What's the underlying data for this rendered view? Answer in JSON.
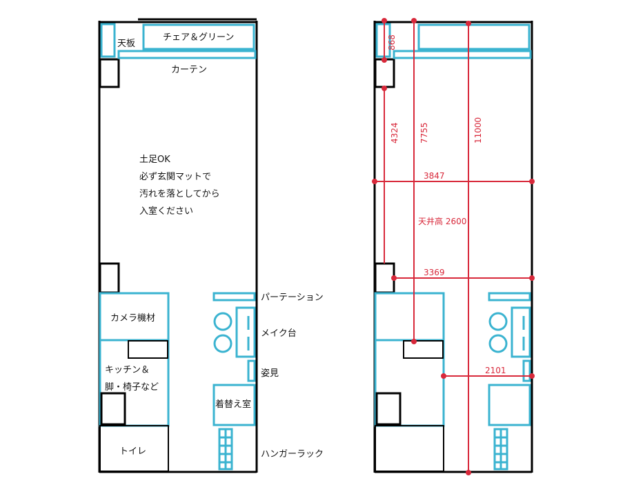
{
  "left_plan": {
    "labels": {
      "tenban": "天板",
      "chair_green": "チェア＆グリーン",
      "curtain": "カーテン",
      "note_line1": "土足OK",
      "note_line2": "必ず玄関マットで",
      "note_line3": "汚れを落としてから",
      "note_line4": "入室ください",
      "camera": "カメラ機材",
      "kitchen_line1": "キッチン＆",
      "kitchen_line2": "脚・椅子など",
      "toilet": "トイレ",
      "partition": "パーテーション",
      "makeup": "メイク台",
      "mirror": "姿見",
      "changing": "着替え室",
      "hanger": "ハンガーラック"
    }
  },
  "right_plan": {
    "dimensions": {
      "d868": "868",
      "d4324": "4324",
      "d7755": "7755",
      "d11000": "11000",
      "d3847": "3847",
      "ceiling": "天井高 2600",
      "d3369": "3369",
      "d2101": "2101"
    },
    "colors": {
      "dimension": "#d8283a",
      "furniture": "#3ab3d0",
      "wall": "#000000"
    }
  }
}
